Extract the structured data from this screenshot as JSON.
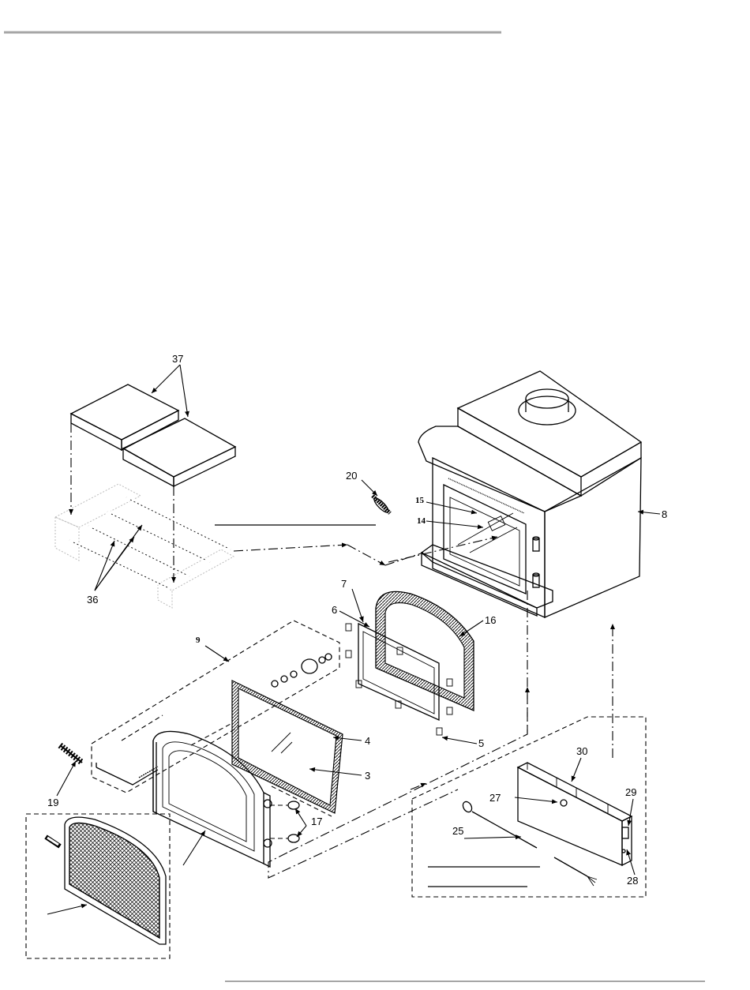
{
  "diagram": {
    "callouts": {
      "p37": "37",
      "p36": "36",
      "p20": "20",
      "p15": "15",
      "p14": "14",
      "p8": "8",
      "p7": "7",
      "p6": "6",
      "p16": "16",
      "p9": "9",
      "p4": "4",
      "p3": "3",
      "p5": "5",
      "p19": "19",
      "p17": "17",
      "p30": "30",
      "p27": "27",
      "p29": "29",
      "p25": "25",
      "p28": "28"
    }
  }
}
